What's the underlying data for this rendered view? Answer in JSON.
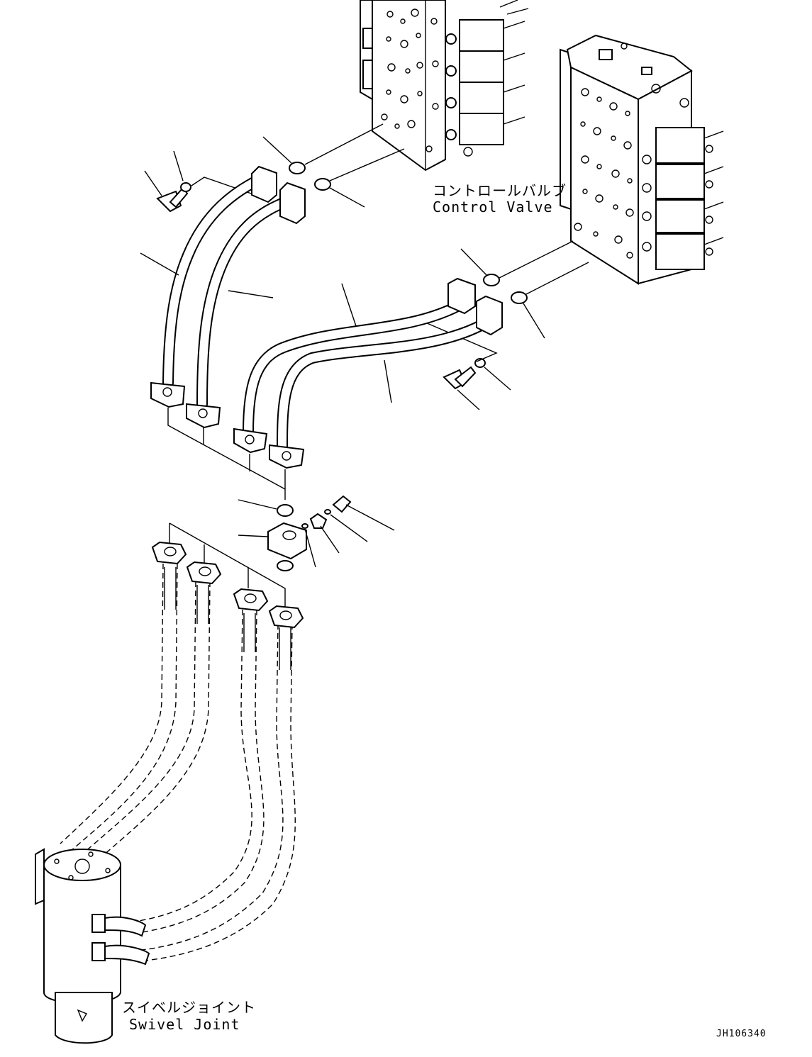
{
  "labels": {
    "control_valve_jp": "コントロールバルブ",
    "control_valve_en": "Control Valve",
    "swivel_joint_jp": "スイベルジョイント",
    "swivel_joint_en": "Swivel Joint",
    "drawing_code": "JH106340"
  }
}
